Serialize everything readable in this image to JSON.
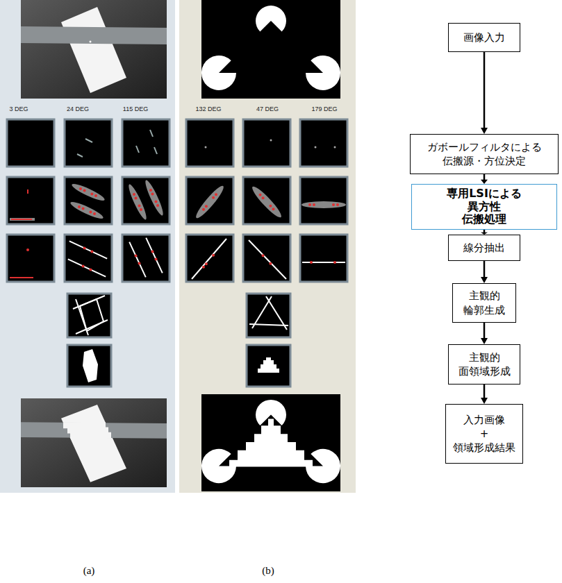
{
  "diagram": {
    "nodes": [
      {
        "text": [
          "画像入力"
        ]
      },
      {
        "text": [
          "ガボールフィルタによる 伝搬源・方位決定"
        ]
      },
      {
        "text": [
          "専用LSIによる 異方性 伝搬処理"
        ]
      },
      {
        "text": [
          "線分抽出"
        ]
      },
      {
        "text": [
          "主観的 輪郭生成"
        ]
      },
      {
        "text": [
          "主観的 面領域形成"
        ]
      },
      {
        "text": [
          "入力画像 + 領域形成結果"
        ]
      }
    ],
    "edges": [
      {
        "from": 0,
        "to": 1,
        "arrow": "to"
      },
      {
        "from": 1,
        "to": 2,
        "arrow": "to"
      },
      {
        "from": 2,
        "to": 3,
        "arrow": "to"
      },
      {
        "from": 3,
        "to": 4,
        "arrow": "to"
      },
      {
        "from": 4,
        "to": 5,
        "arrow": "to"
      },
      {
        "from": 5,
        "to": 6,
        "arrow": "to"
      }
    ],
    "labels": [
      "3 DEG",
      "24 DEG",
      "115 DEG",
      "132 DEG",
      "47 DEG",
      "179 DEG",
      "(a)",
      "(b)"
    ]
  }
}
